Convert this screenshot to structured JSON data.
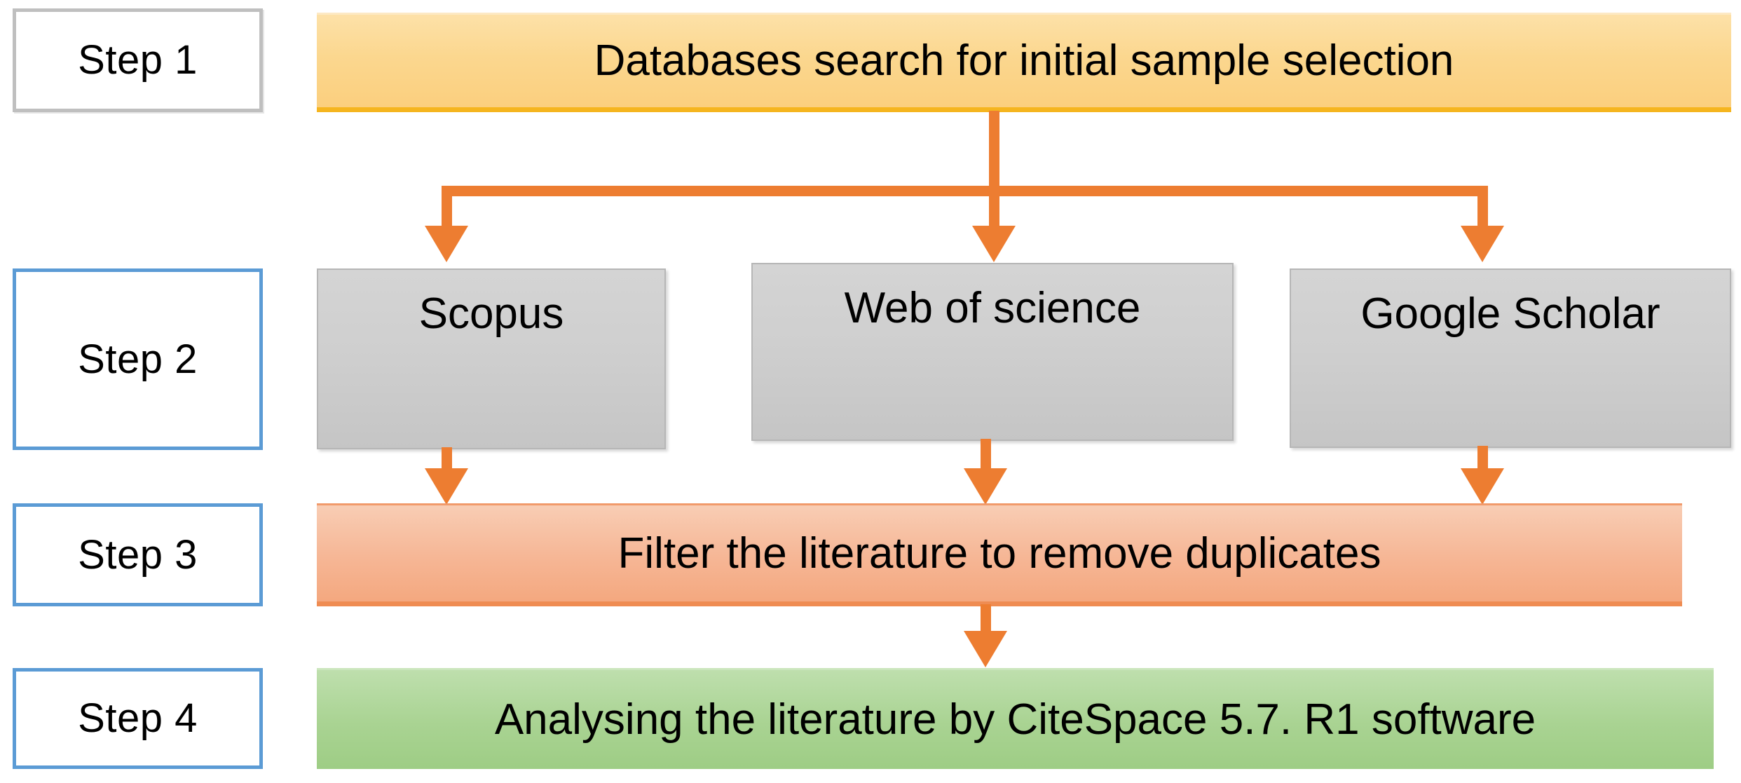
{
  "diagram": {
    "title": "Databases search for initial sample selection workflow",
    "colors": {
      "step1_bar": "#fbd78f",
      "step1_bar_edge": "#f5b51f",
      "db_box": "#cfcfcf",
      "step3_bar": "#f6b695",
      "step3_bar_edge": "#ef8c52",
      "step4_bar": "#a9d392",
      "connector": "#ed7d31",
      "step_border_blue": "#5b9bd5",
      "step_border_gray": "#bfbfbf"
    },
    "steps": [
      {
        "id": "step1",
        "label": "Step 1",
        "border": "gray"
      },
      {
        "id": "step2",
        "label": "Step 2",
        "border": "blue"
      },
      {
        "id": "step3",
        "label": "Step 3",
        "border": "blue"
      },
      {
        "id": "step4",
        "label": "Step 4",
        "border": "blue"
      }
    ],
    "nodes": {
      "databases_search": "Databases   search  for initial sample selection",
      "scopus": "Scopus",
      "web_of_science": "Web of science",
      "google_scholar": "Google Scholar",
      "filter": "Filter the literature to remove duplicates",
      "analysing": "Analysing the literature by CiteSpace 5.7. R1 software"
    },
    "edges": [
      {
        "from": "databases_search",
        "to": "scopus"
      },
      {
        "from": "databases_search",
        "to": "web_of_science"
      },
      {
        "from": "databases_search",
        "to": "google_scholar"
      },
      {
        "from": "scopus",
        "to": "filter"
      },
      {
        "from": "web_of_science",
        "to": "filter"
      },
      {
        "from": "google_scholar",
        "to": "filter"
      },
      {
        "from": "filter",
        "to": "analysing"
      }
    ]
  }
}
